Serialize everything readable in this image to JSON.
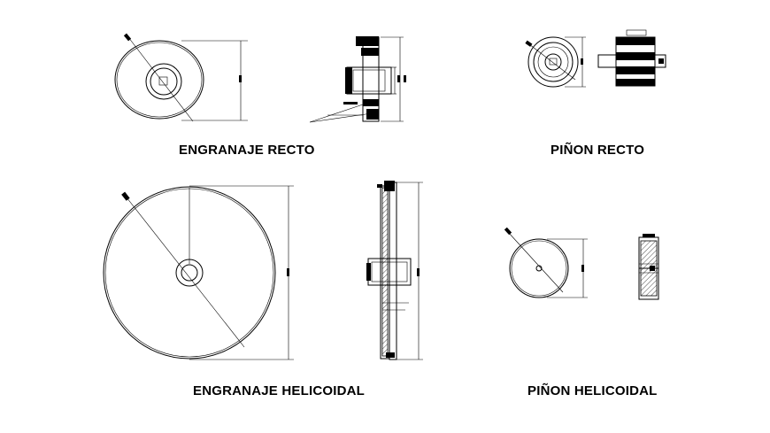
{
  "captions": {
    "spur_gear": "ENGRANAJE RECTO",
    "spur_pinion": "PIÑON RECTO",
    "helical_gear": "ENGRANAJE HELICOIDAL",
    "helical_pinion": "PIÑON HELICOIDAL"
  },
  "colors": {
    "background": "#ffffff",
    "line": "#000000"
  }
}
